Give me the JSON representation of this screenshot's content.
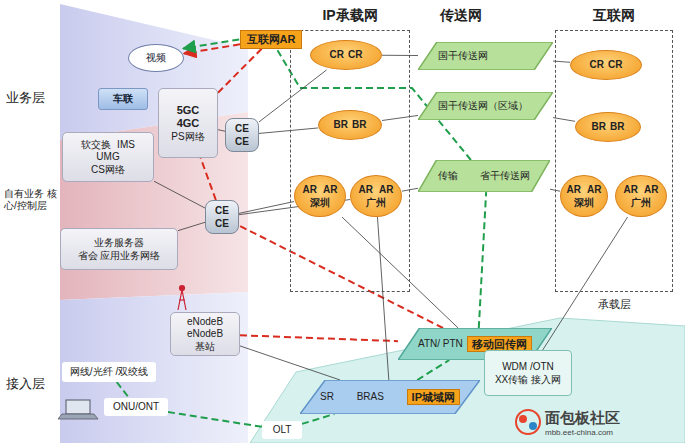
{
  "diagram": {
    "nodes": [
      {
        "text": [
          "IP承载网"
        ]
      },
      {
        "text": [
          "互联网"
        ]
      },
      {
        "text": [
          "互联网AR"
        ]
      },
      {
        "text": [
          "视频"
        ]
      },
      {
        "text": [
          "车联"
        ]
      },
      {
        "text": [
          "CR",
          "CR"
        ],
        "in": 0
      },
      {
        "text": [
          "BR",
          "BR"
        ],
        "in": 0
      },
      {
        "text": [
          "AR",
          "AR",
          "深圳"
        ],
        "in": 0
      },
      {
        "text": [
          "AR",
          "AR",
          "广州"
        ],
        "in": 0
      },
      {
        "text": [
          "国干传送网"
        ]
      },
      {
        "text": [
          "国干传送网（区域）"
        ]
      },
      {
        "text": [
          "传输",
          "省干传送网"
        ]
      },
      {
        "text": [
          "CR",
          "CR"
        ],
        "in": 1
      },
      {
        "text": [
          "BR",
          "BR"
        ],
        "in": 1
      },
      {
        "text": [
          "AR",
          "AR",
          "深圳"
        ],
        "in": 1
      },
      {
        "text": [
          "AR",
          "AR",
          "广州"
        ],
        "in": 1
      },
      {
        "text": [
          "5GC",
          "4GC",
          "PS网络"
        ]
      },
      {
        "text": [
          "CE",
          "CE"
        ]
      },
      {
        "text": [
          "软交换",
          "IMS",
          "UMG",
          "CS网络"
        ]
      },
      {
        "text": [
          "CE",
          "CE"
        ]
      },
      {
        "text": [
          "业务服务器",
          "省会 应用业务网络"
        ]
      },
      {
        "text": [
          "eNodeB",
          "eNodeB",
          "基站"
        ]
      },
      {
        "text": [
          "网线/光纤 /双绞线"
        ]
      },
      {
        "text": [
          "ONU/ONT"
        ]
      },
      {
        "text": [
          "ATN/ PTN",
          "移动回传网"
        ]
      },
      {
        "text": [
          "SR",
          "BRAS",
          "IP城域网"
        ]
      },
      {
        "text": [
          "OLT"
        ]
      },
      {
        "text": [
          "WDM /OTN",
          "XX传输 接入网"
        ]
      }
    ],
    "edges": [
      {
        "from": 21,
        "to": 24,
        "arrow": "none"
      },
      {
        "from": 24,
        "to": 19,
        "arrow": "none"
      },
      {
        "from": 19,
        "to": 16,
        "arrow": "none"
      },
      {
        "from": 16,
        "to": 2,
        "arrow": "none"
      },
      {
        "from": 2,
        "to": 3,
        "arrow": "to"
      },
      {
        "from": 22,
        "to": 23,
        "arrow": "none"
      },
      {
        "from": 23,
        "to": 26,
        "arrow": "none"
      },
      {
        "from": 26,
        "to": 25,
        "arrow": "none"
      },
      {
        "from": 25,
        "to": 24,
        "arrow": "none"
      },
      {
        "from": 24,
        "to": 11,
        "arrow": "none"
      },
      {
        "from": 11,
        "to": 2,
        "arrow": "none"
      },
      {
        "from": 2,
        "to": 3,
        "arrow": "to"
      },
      {
        "from": 17,
        "to": 5,
        "arrow": "none"
      },
      {
        "from": 17,
        "to": 6,
        "arrow": "none"
      },
      {
        "from": 19,
        "to": 7,
        "arrow": "none"
      },
      {
        "from": 19,
        "to": 8,
        "arrow": "none"
      },
      {
        "from": 5,
        "to": 9,
        "arrow": "none"
      },
      {
        "from": 6,
        "to": 10,
        "arrow": "none"
      },
      {
        "from": 8,
        "to": 11,
        "arrow": "none"
      },
      {
        "from": 9,
        "to": 12,
        "arrow": "none"
      },
      {
        "from": 10,
        "to": 13,
        "arrow": "none"
      },
      {
        "from": 11,
        "to": 14,
        "arrow": "none"
      },
      {
        "from": 24,
        "to": 7,
        "arrow": "none"
      },
      {
        "from": 25,
        "to": 8,
        "arrow": "none"
      },
      {
        "from": 27,
        "to": 15,
        "arrow": "none"
      },
      {
        "from": 21,
        "to": 25,
        "arrow": "none"
      },
      {
        "from": 16,
        "to": 17,
        "arrow": "none"
      },
      {
        "from": 18,
        "to": 19,
        "arrow": "none"
      },
      {
        "from": 20,
        "to": 19,
        "arrow": "none"
      }
    ],
    "labels": [
      "业务层",
      "自有业务 核心/控制层",
      "传送网",
      "接入层",
      "承载层",
      "面包板社区",
      "mbb.eet-china.com"
    ]
  }
}
